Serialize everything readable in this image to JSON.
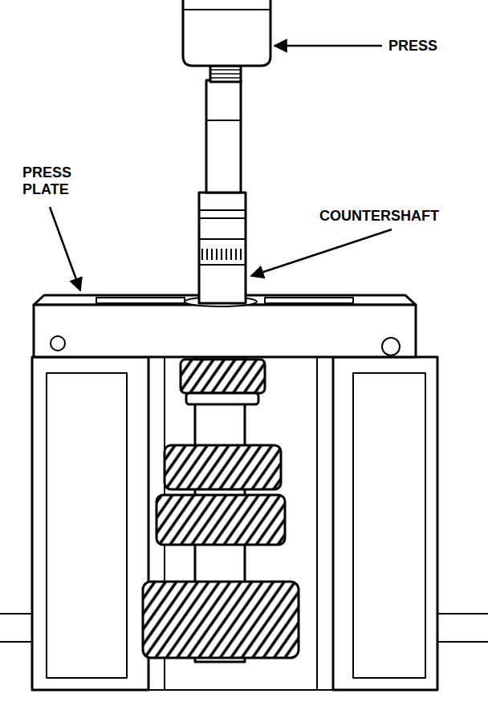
{
  "diagram": {
    "labels": [
      "PRESS",
      "PRESS PLATE",
      "COUNTERSHAFT"
    ]
  }
}
